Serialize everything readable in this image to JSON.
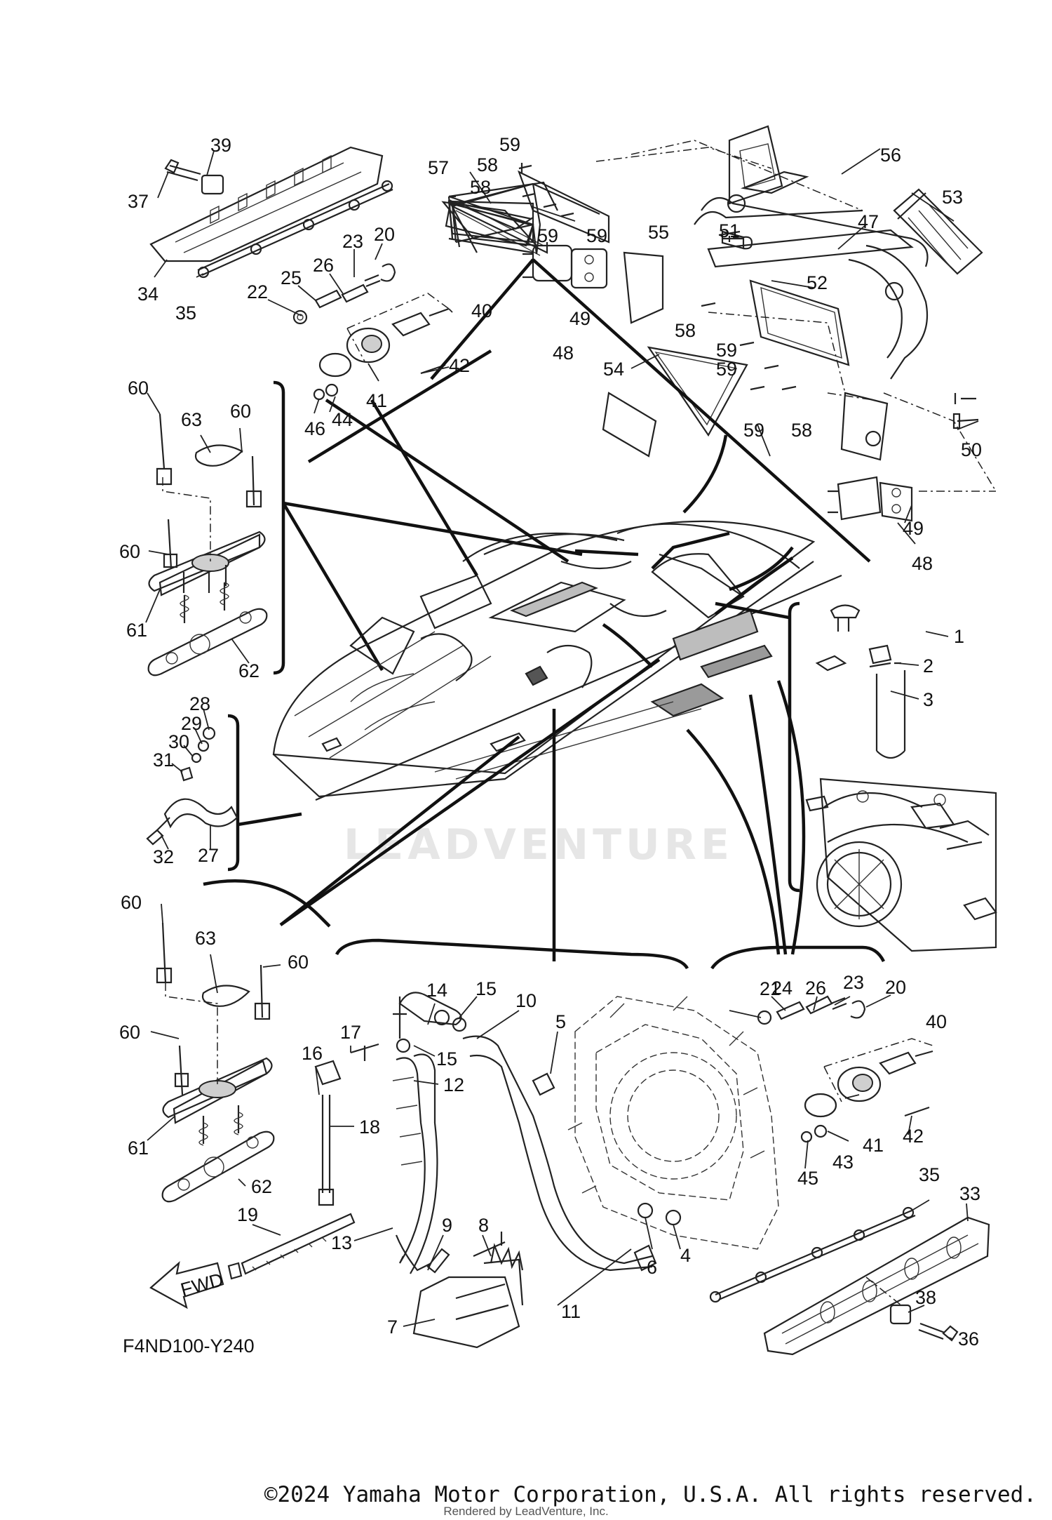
{
  "diagram": {
    "code": "F4ND100-Y240",
    "watermark": "LEADVENTURE",
    "fwd_label": "FWD",
    "callouts": [
      "1",
      "2",
      "3",
      "4",
      "5",
      "6",
      "7",
      "8",
      "9",
      "10",
      "11",
      "12",
      "13",
      "14",
      "15",
      "16",
      "17",
      "18",
      "19",
      "20",
      "21",
      "22",
      "23",
      "24",
      "25",
      "26",
      "27",
      "28",
      "29",
      "30",
      "31",
      "32",
      "33",
      "34",
      "35",
      "36",
      "37",
      "38",
      "39",
      "40",
      "41",
      "42",
      "43",
      "44",
      "45",
      "46",
      "47",
      "48",
      "49",
      "50",
      "51",
      "52",
      "53",
      "54",
      "55",
      "56",
      "57",
      "58",
      "59",
      "60",
      "61",
      "62",
      "63"
    ]
  },
  "footer": {
    "copyright": "©2024 Yamaha Motor Corporation, U.S.A. All rights reserved.",
    "rendered_by": "Rendered by LeadVenture, Inc."
  }
}
